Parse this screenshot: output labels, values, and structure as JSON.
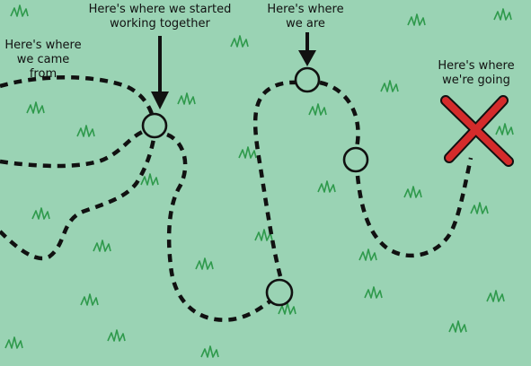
{
  "labels": {
    "came_from": "Here's where\nwe came from",
    "started_together": "Here's where we started\nworking together",
    "we_are": "Here's where\nwe are",
    "going": "Here's where\nwe're going"
  },
  "colors": {
    "background": "#9ad3b4",
    "path": "#111111",
    "grass": "#2f9a4c",
    "x_mark": "#d42b2b"
  },
  "icons": [
    "grass-tuft-icon",
    "arrow-down-icon",
    "waypoint-circle-icon",
    "x-mark-icon"
  ]
}
